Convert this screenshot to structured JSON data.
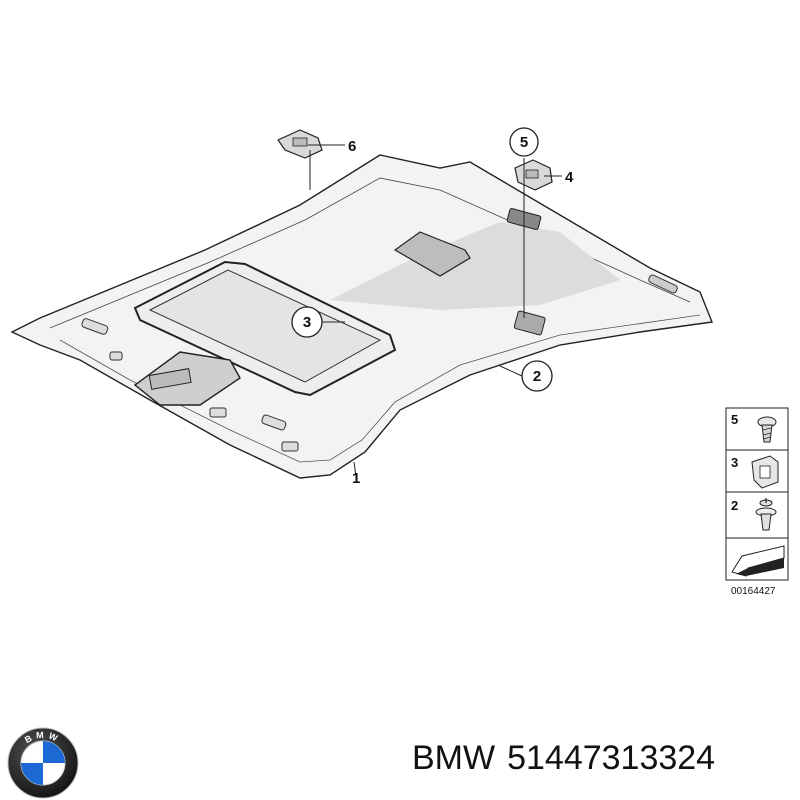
{
  "diagram": {
    "callouts": [
      "1",
      "2",
      "3",
      "4",
      "5",
      "6"
    ],
    "legend": {
      "items": [
        "5",
        "3",
        "2"
      ],
      "reference_code": "00164427"
    }
  },
  "footer": {
    "brand": "BMW",
    "part_number": "51447313324",
    "logo_letters": "BMW"
  },
  "colors": {
    "blue": "#1c69d4",
    "black": "#111111",
    "liner": "#f2f2f2"
  }
}
